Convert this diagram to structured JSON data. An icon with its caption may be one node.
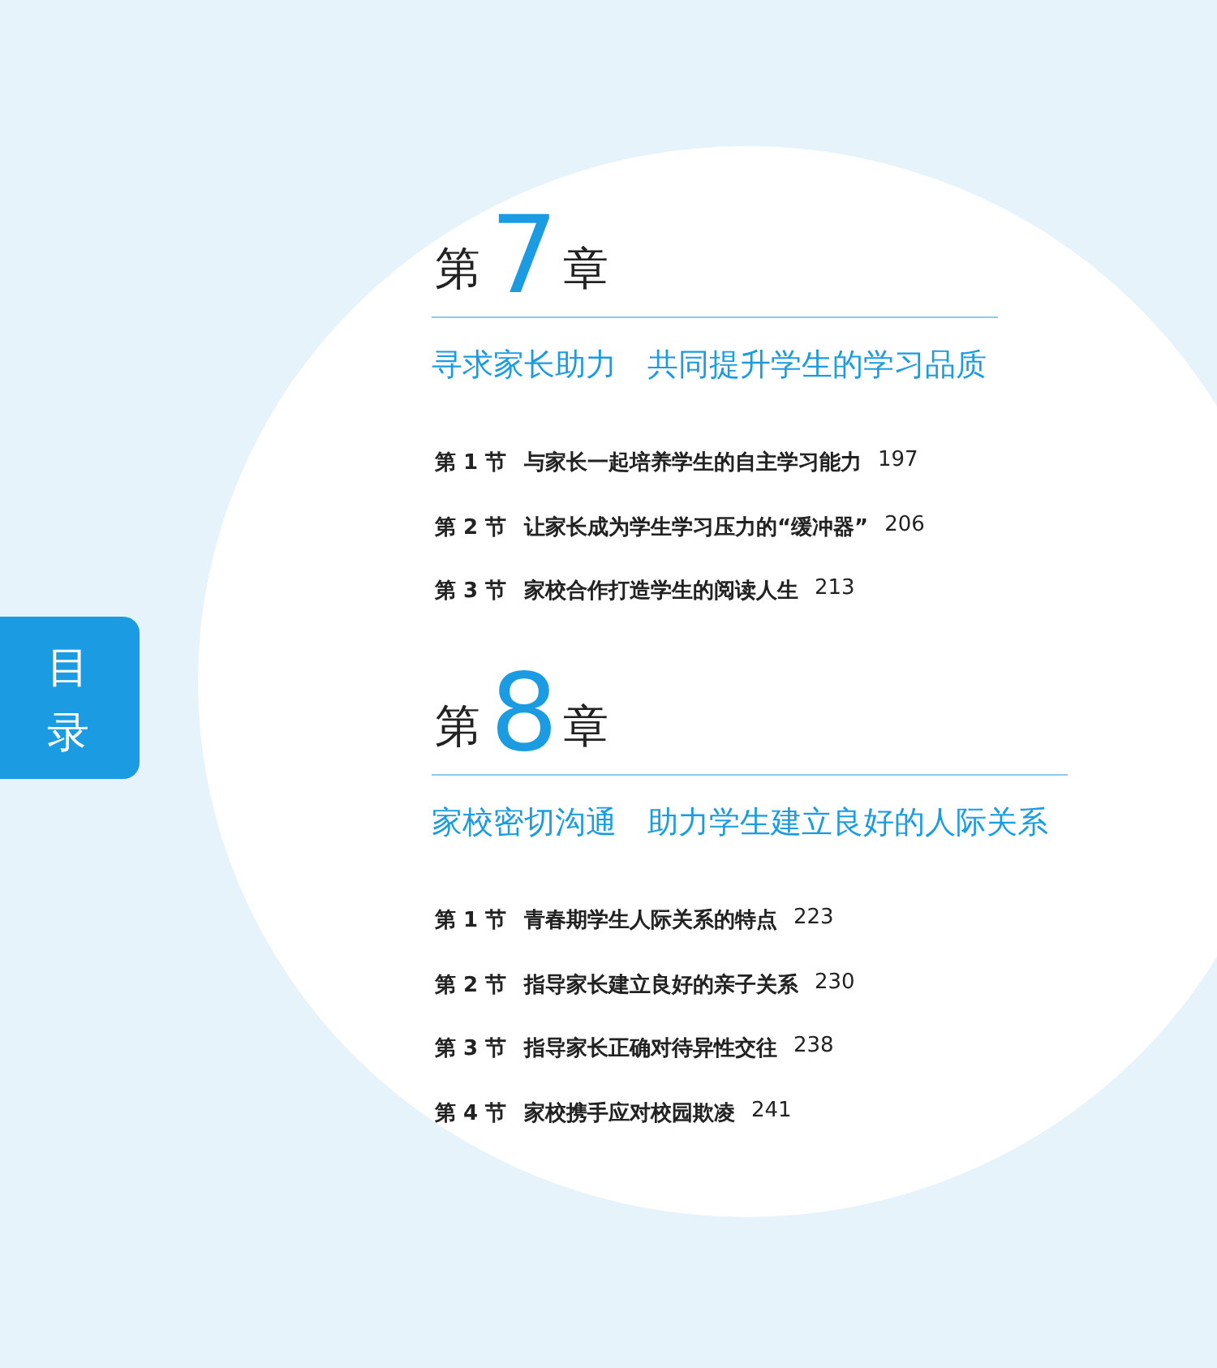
{
  "diagram": {
    "nodes": [
      {
        "text": [
          "目录"
        ]
      }
    ],
    "labels": [
      "第",
      "7",
      "章",
      "寻求家长助力　共同提升学生的学习品质",
      "第 1 节",
      "与家长一起培养学生的自主学习能力",
      "197",
      "第 2 节",
      "让家长成为学生学习压力的“缓冲器”",
      "206",
      "第 3 节",
      "家校合作打造学生的阅读人生",
      "213",
      "第",
      "8",
      "章",
      "家校密切沟通　助力学生建立良好的人际关系",
      "第 1 节",
      "青春期学生人际关系的特点",
      "223",
      "第 2 节",
      "指导家长建立良好的亲子关系",
      "230",
      "第 3 节",
      "指导家长正确对待异性交往",
      "238",
      "第 4 节",
      "家校携手应对校园欺凌",
      "241"
    ]
  }
}
